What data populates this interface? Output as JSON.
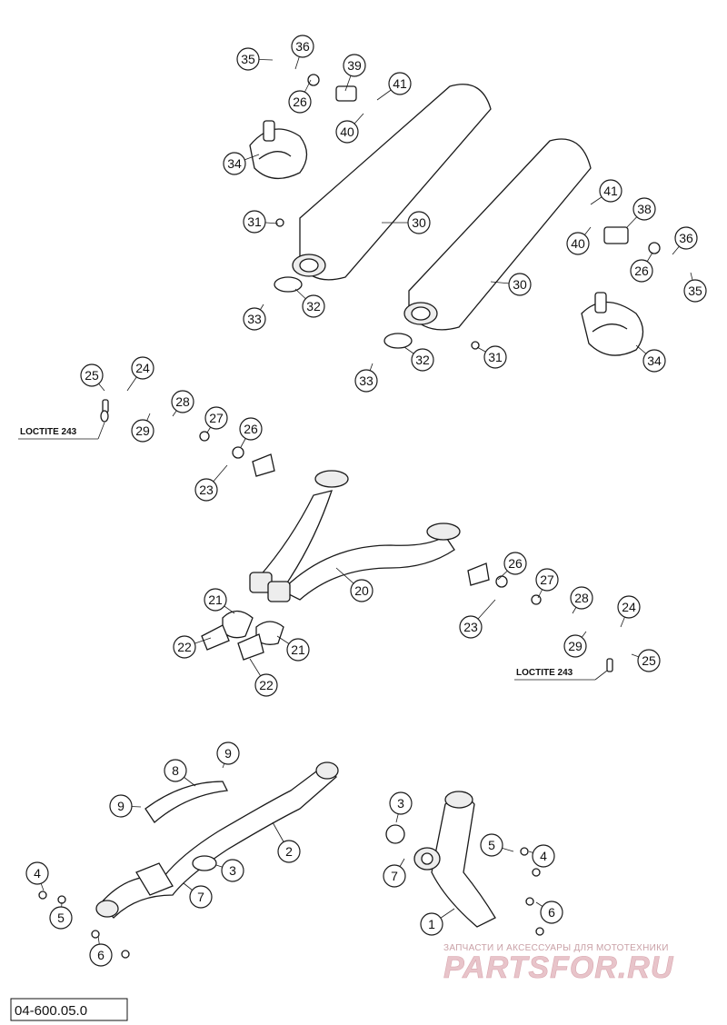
{
  "diagram_code": "04-600.05.0",
  "note_label": "LOCTITE 243",
  "watermark": {
    "tagline": "ЗАПЧАСТИ И АКСЕССУАРЫ ДЛЯ МОТОТЕХНИКИ",
    "brand": "PARTSFOR.RU"
  },
  "callouts": {
    "c35a": "35",
    "c36a": "36",
    "c26a": "26",
    "c39": "39",
    "c41a": "41",
    "c40a": "40",
    "c34a": "34",
    "c31a": "31",
    "c30a": "30",
    "c32a": "32",
    "c33a": "33",
    "c41b": "41",
    "c38": "38",
    "c40b": "40",
    "c36b": "36",
    "c26b": "26",
    "c35b": "35",
    "c30b": "30",
    "c34b": "34",
    "c31b": "31",
    "c32b": "32",
    "c33b": "33",
    "c25a": "25",
    "c24a": "24",
    "c28a": "28",
    "c29a": "29",
    "c27a": "27",
    "c26c": "26",
    "c23a": "23",
    "c20": "20",
    "c21a": "21",
    "c22a": "22",
    "c21b": "21",
    "c22b": "22",
    "c26d": "26",
    "c27b": "27",
    "c23b": "23",
    "c28b": "28",
    "c24b": "24",
    "c29b": "29",
    "c25b": "25",
    "c8": "8",
    "c9a": "9",
    "c9b": "9",
    "c2": "2",
    "c3a": "3",
    "c7a": "7",
    "c4a": "4",
    "c5a": "5",
    "c6a": "6",
    "c3b": "3",
    "c7b": "7",
    "c5b": "5",
    "c4b": "4",
    "c6b": "6",
    "c1": "1"
  }
}
